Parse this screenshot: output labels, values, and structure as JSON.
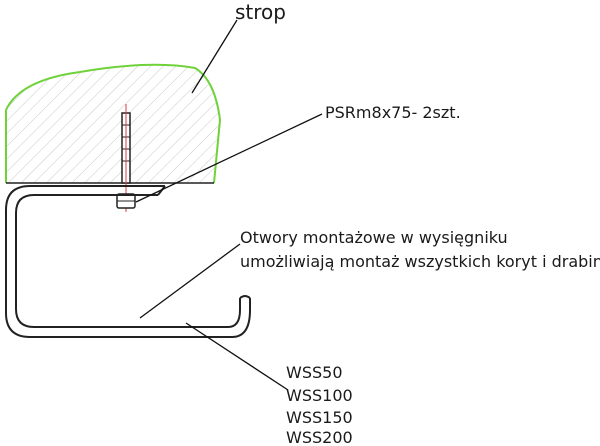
{
  "labels": {
    "ceiling": "strop",
    "anchor": "PSRm8x75- 2szt.",
    "holes_line1": "Otwory montażowe w wysięgniku",
    "holes_line2": "umożliwiają montaż wszystkich koryt i drabin",
    "models": [
      "WSS50",
      "WSS100",
      "WSS150",
      "WSS200"
    ]
  },
  "colors": {
    "ceiling_outline": "#6fd23a",
    "hatch": "#c9c9c9",
    "bracket": "#222222",
    "anchor_axis": "#d04040",
    "leader": "#111111"
  }
}
